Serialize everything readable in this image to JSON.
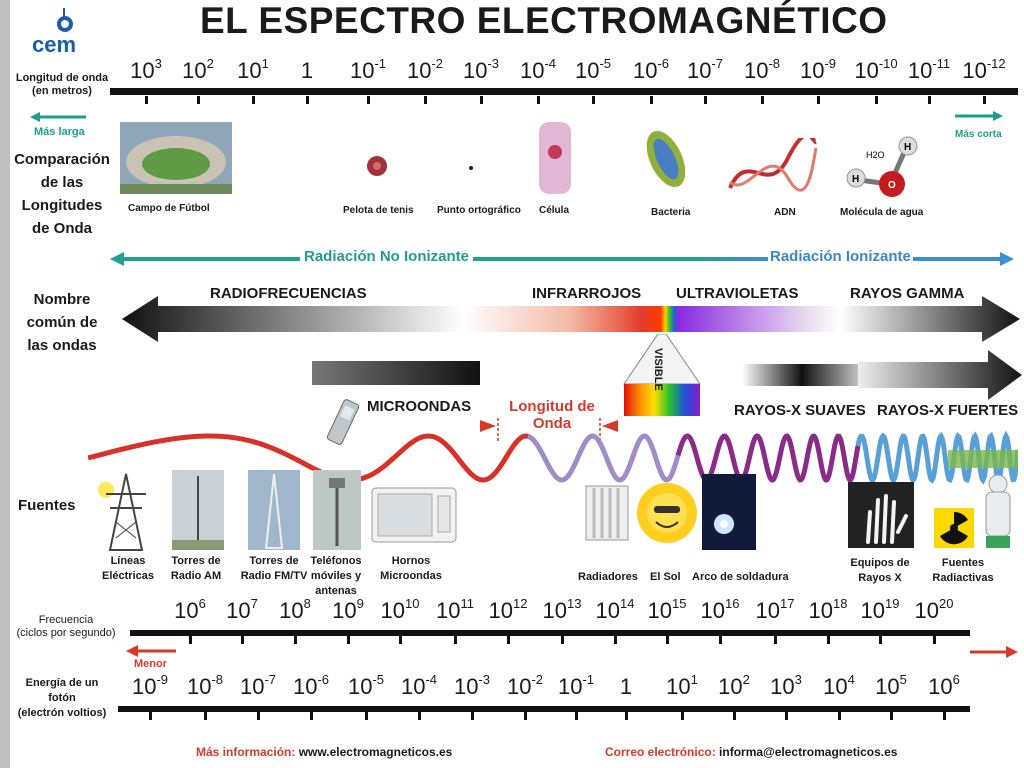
{
  "title": "EL ESPECTRO ELECTROMAGNÉTICO",
  "logo": {
    "text": "cem"
  },
  "wavelength_scale": {
    "label_line1": "Longitud de onda",
    "label_line2": "(en metros)",
    "ticks": [
      {
        "base": "10",
        "exp": "3"
      },
      {
        "base": "10",
        "exp": "2"
      },
      {
        "base": "10",
        "exp": "1"
      },
      {
        "base": "1",
        "exp": ""
      },
      {
        "base": "10",
        "exp": "-1"
      },
      {
        "base": "10",
        "exp": "-2"
      },
      {
        "base": "10",
        "exp": "-3"
      },
      {
        "base": "10",
        "exp": "-4"
      },
      {
        "base": "10",
        "exp": "-5"
      },
      {
        "base": "10",
        "exp": "-6"
      },
      {
        "base": "10",
        "exp": "-7"
      },
      {
        "base": "10",
        "exp": "-8"
      },
      {
        "base": "10",
        "exp": "-9"
      },
      {
        "base": "10",
        "exp": "-10"
      },
      {
        "base": "10",
        "exp": "-11"
      },
      {
        "base": "10",
        "exp": "-12"
      }
    ],
    "longer": "Más larga",
    "shorter": "Más corta"
  },
  "comparison": {
    "label_lines": [
      "Comparación",
      "de las",
      "Longitudes",
      "de Onda"
    ],
    "items": [
      {
        "label": "Campo de Fútbol",
        "icon": "stadium-icon"
      },
      {
        "label": "Pelota de tenis",
        "icon": "tennis-ball-icon"
      },
      {
        "label": "Punto ortográfico",
        "icon": "dot-icon"
      },
      {
        "label": "Célula",
        "icon": "cell-icon"
      },
      {
        "label": "Bacteria",
        "icon": "bacteria-icon"
      },
      {
        "label": "ADN",
        "icon": "dna-icon"
      },
      {
        "label": "Molécula de agua",
        "icon": "water-molecule-icon"
      }
    ],
    "molecule": {
      "formula": "H2O",
      "atoms": [
        "H",
        "H",
        "O"
      ]
    }
  },
  "radiation": {
    "non_ionizing": "Radiación No Ionizante",
    "ionizing": "Radiación Ionizante",
    "colors": {
      "non_ionizing": "#22a091",
      "ionizing": "#3a8fd0"
    }
  },
  "names": {
    "label_lines": [
      "Nombre",
      "común de",
      "las ondas"
    ],
    "radio": "RADIOFRECUENCIAS",
    "infrared": "INFRARROJOS",
    "ultraviolet": "ULTRAVIOLETAS",
    "gamma": "RAYOS GAMMA",
    "visible": "VISIBLE",
    "microwaves": "MICROONDAS",
    "soft_xray": "RAYOS-X SUAVES",
    "hard_xray": "RAYOS-X FUERTES",
    "wavelength_line1": "Longitud de",
    "wavelength_line2": "Onda"
  },
  "sources": {
    "label": "Fuentes",
    "items": [
      {
        "label_lines": [
          "Líneas",
          "Eléctricas"
        ],
        "icon": "power-tower-icon"
      },
      {
        "label_lines": [
          "Torres de",
          "Radio AM"
        ],
        "icon": "am-tower-icon"
      },
      {
        "label_lines": [
          "Torres de",
          "Radio FM/TV"
        ],
        "icon": "fm-tower-icon"
      },
      {
        "label_lines": [
          "Teléfonos",
          "móviles y",
          "antenas"
        ],
        "icon": "cell-antenna-icon"
      },
      {
        "label_lines": [
          "Hornos",
          "Microondas"
        ],
        "icon": "microwave-oven-icon"
      },
      {
        "label_lines": [
          "Radiadores"
        ],
        "icon": "radiator-icon"
      },
      {
        "label_lines": [
          "El Sol"
        ],
        "icon": "sun-icon"
      },
      {
        "label_lines": [
          "Arco de soldadura"
        ],
        "icon": "welding-icon"
      },
      {
        "label_lines": [
          "Equipos de",
          "Rayos X"
        ],
        "icon": "xray-hand-icon"
      },
      {
        "label_lines": [
          "Fuentes",
          "Radiactivas"
        ],
        "icon": "radioactive-icon"
      }
    ]
  },
  "frequency_scale": {
    "label_line1": "Frecuencia",
    "label_line2": "(ciclos por segundo)",
    "ticks": [
      {
        "base": "10",
        "exp": "6"
      },
      {
        "base": "10",
        "exp": "7"
      },
      {
        "base": "10",
        "exp": "8"
      },
      {
        "base": "10",
        "exp": "9"
      },
      {
        "base": "10",
        "exp": "10"
      },
      {
        "base": "10",
        "exp": "11"
      },
      {
        "base": "10",
        "exp": "12"
      },
      {
        "base": "10",
        "exp": "13"
      },
      {
        "base": "10",
        "exp": "14"
      },
      {
        "base": "10",
        "exp": "15"
      },
      {
        "base": "10",
        "exp": "16"
      },
      {
        "base": "10",
        "exp": "17"
      },
      {
        "base": "10",
        "exp": "18"
      },
      {
        "base": "10",
        "exp": "19"
      },
      {
        "base": "10",
        "exp": "20"
      }
    ],
    "lower": "Menor"
  },
  "energy_scale": {
    "label_lines": [
      "Energía de un",
      "fotón",
      "(electrón voltios)"
    ],
    "ticks": [
      {
        "base": "10",
        "exp": "-9"
      },
      {
        "base": "10",
        "exp": "-8"
      },
      {
        "base": "10",
        "exp": "-7"
      },
      {
        "base": "10",
        "exp": "-6"
      },
      {
        "base": "10",
        "exp": "-5"
      },
      {
        "base": "10",
        "exp": "-4"
      },
      {
        "base": "10",
        "exp": "-3"
      },
      {
        "base": "10",
        "exp": "-2"
      },
      {
        "base": "10",
        "exp": "-1"
      },
      {
        "base": "1",
        "exp": ""
      },
      {
        "base": "10",
        "exp": "1"
      },
      {
        "base": "10",
        "exp": "2"
      },
      {
        "base": "10",
        "exp": "3"
      },
      {
        "base": "10",
        "exp": "4"
      },
      {
        "base": "10",
        "exp": "5"
      },
      {
        "base": "10",
        "exp": "6"
      }
    ]
  },
  "footer": {
    "more_label": "Más información:",
    "more_url": "www.electromagneticos.es",
    "email_label": "Correo electrónico:",
    "email": "informa@electromagneticos.es"
  }
}
